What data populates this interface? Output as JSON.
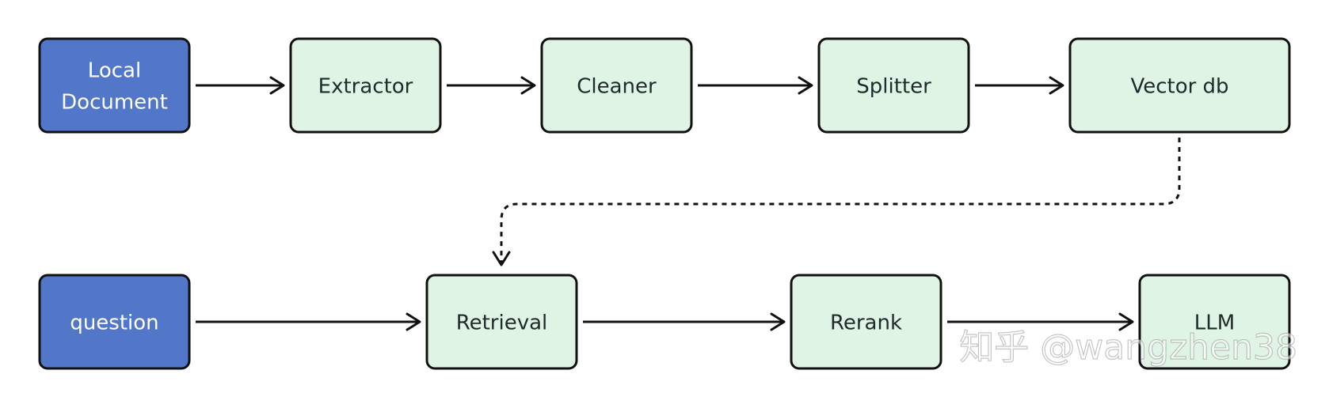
{
  "diagram": {
    "nodes": {
      "local_document": [
        "Local",
        "Document"
      ],
      "extractor": "Extractor",
      "cleaner": "Cleaner",
      "splitter": "Splitter",
      "vector_db": "Vector db",
      "question": "question",
      "retrieval": "Retrieval",
      "rerank": "Rerank",
      "llm": "LLM"
    },
    "edges": [
      {
        "from": "local_document",
        "to": "extractor",
        "style": "solid"
      },
      {
        "from": "extractor",
        "to": "cleaner",
        "style": "solid"
      },
      {
        "from": "cleaner",
        "to": "splitter",
        "style": "solid"
      },
      {
        "from": "splitter",
        "to": "vector_db",
        "style": "solid"
      },
      {
        "from": "vector_db",
        "to": "retrieval",
        "style": "dashed"
      },
      {
        "from": "question",
        "to": "retrieval",
        "style": "solid"
      },
      {
        "from": "retrieval",
        "to": "rerank",
        "style": "solid"
      },
      {
        "from": "rerank",
        "to": "llm",
        "style": "solid"
      }
    ]
  },
  "watermark": "知乎 @wangzhen38",
  "colors": {
    "input_fill": "#5277c9",
    "step_fill": "#dff4e5",
    "stroke": "#111111"
  }
}
